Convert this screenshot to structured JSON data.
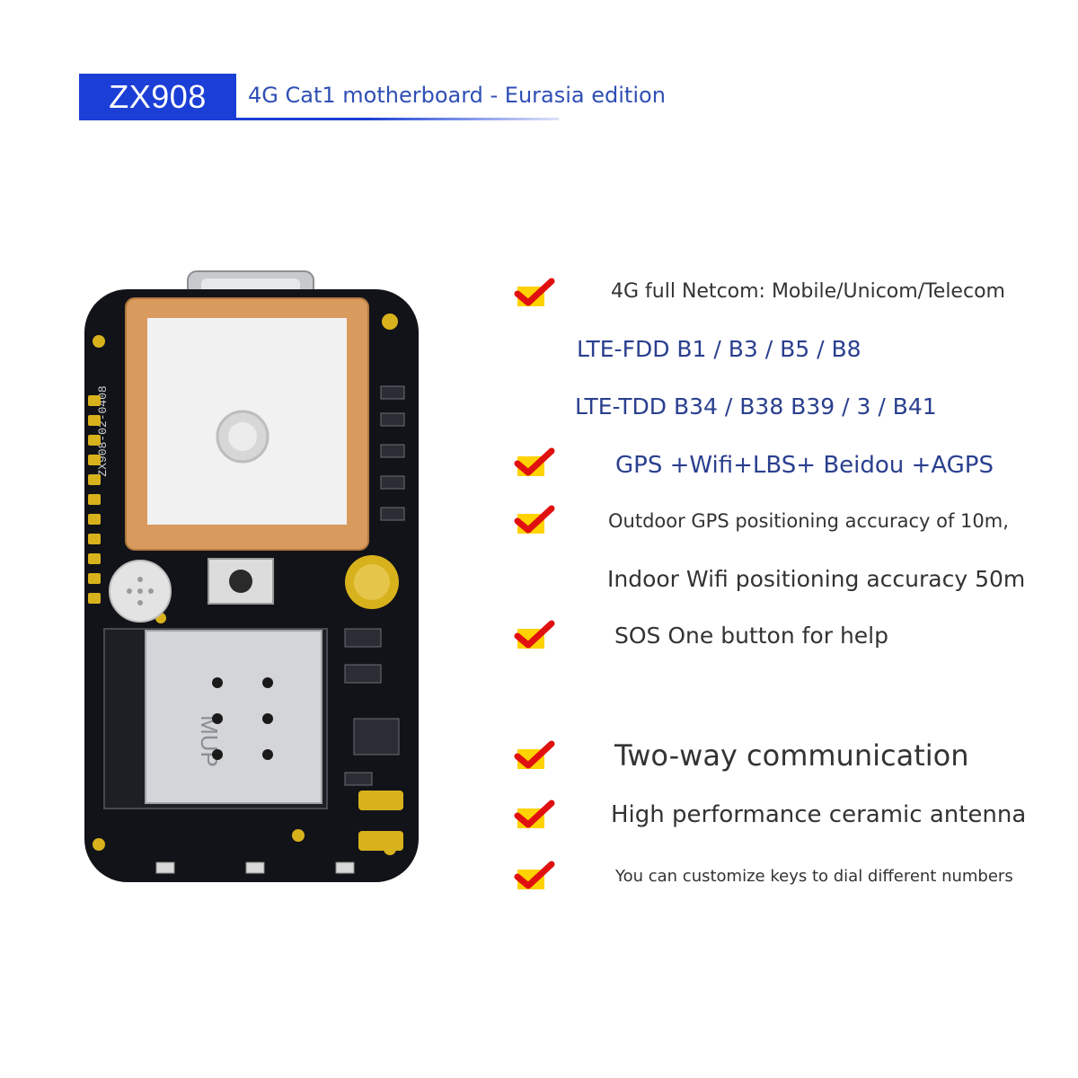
{
  "header": {
    "model": "ZX908",
    "subtitle": "4G Cat1 motherboard - Eurasia edition"
  },
  "board": {
    "silkscreen": "ZX908-02-0408",
    "sim_brand": "MUP"
  },
  "features": [
    {
      "text": "4G full Netcom: Mobile/Unicom/Telecom",
      "checked": true
    },
    {
      "text": "LTE-FDD B1 / B3 / B5 / B8",
      "checked": false
    },
    {
      "text": "LTE-TDD B34 / B38 B39 / 3 / B41",
      "checked": false
    },
    {
      "text": "GPS +Wifi+LBS+ Beidou +AGPS",
      "checked": true
    },
    {
      "text": "Outdoor GPS positioning accuracy of 10m,",
      "checked": true
    },
    {
      "text": "Indoor Wifi positioning accuracy 50m",
      "checked": false
    },
    {
      "text": "SOS One button for help",
      "checked": true
    },
    {
      "text": "Two-way communication",
      "checked": true
    },
    {
      "text": "High performance ceramic antenna",
      "checked": true
    },
    {
      "text": "You can customize keys to dial different numbers",
      "checked": true
    }
  ],
  "colors": {
    "brand_blue": "#1b3fd6",
    "check_red": "#e01010",
    "check_yellow": "#ffd200",
    "pcb": "#111318",
    "antenna": "#d99a5e"
  }
}
